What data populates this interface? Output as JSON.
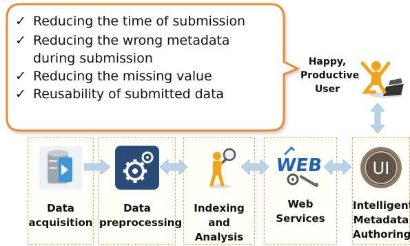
{
  "benefits": {
    "check_symbol": "✓",
    "items": [
      {
        "line1": "Reducing the time of submission"
      },
      {
        "line1": "Reducing the wrong metadata",
        "line2": "during submission"
      },
      {
        "line1": "Reducing the missing value"
      },
      {
        "line1": "Reusability of submitted data"
      }
    ]
  },
  "user": {
    "label_line1": "Happy,",
    "label_line2": "Productive",
    "label_line3": "User",
    "icon": "happy-person-laptop-icon"
  },
  "pipeline": [
    {
      "line1": "Data",
      "line2": "acquisition",
      "icon": "database-icon"
    },
    {
      "line1": "Data",
      "line2": "preprocessing",
      "icon": "gears-icon"
    },
    {
      "line1": "Indexing",
      "line2": "and Analysis",
      "icon": "magnifier-person-icon"
    },
    {
      "line1": "Web",
      "line2": "Services",
      "icon": "web-services-icon"
    },
    {
      "line1": "Intelligent",
      "line2": "Metadata",
      "line3": "Authoring",
      "icon": "ui-circle-icon"
    }
  ],
  "colors": {
    "bubble_border": "#ee8a2a",
    "arrow_fill": "#b9d3e6",
    "stage_border": "#e6a23c"
  }
}
